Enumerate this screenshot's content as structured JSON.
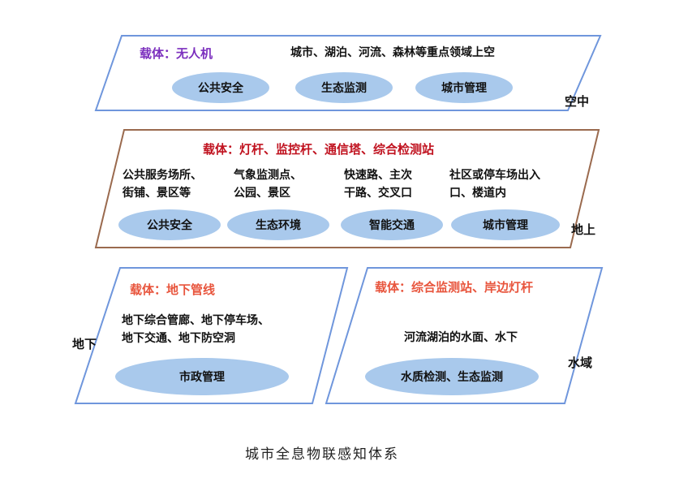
{
  "colors": {
    "blue_border": "#6f96dc",
    "brown_border": "#9a6a4e",
    "ellipse_fill": "#a9c9ec",
    "purple_text": "#7b2fbe",
    "red_text": "#c0121f",
    "salmon_text": "#e8553d"
  },
  "air": {
    "carrier": "载体：无人机",
    "scope": "城市、湖泊、河流、森林等重点领域上空",
    "label": "空中",
    "apps": [
      "公共安全",
      "生态监测",
      "城市管理"
    ]
  },
  "ground": {
    "carrier": "载体：灯杆、监控杆、通信塔、综合检测站",
    "label": "地上",
    "columns": [
      {
        "scope": [
          "公共服务场所、",
          "街铺、景区等"
        ],
        "app": "公共安全"
      },
      {
        "scope": [
          "气象监测点、",
          "公园、景区"
        ],
        "app": "生态环境"
      },
      {
        "scope": [
          "快速路、主次",
          "干路、交叉口"
        ],
        "app": "智能交通"
      },
      {
        "scope": [
          "社区或停车场出入",
          "口、楼道内"
        ],
        "app": "城市管理"
      }
    ]
  },
  "underground": {
    "carrier": "载体：地下管线",
    "label": "地下",
    "scope": [
      "地下综合管廊、地下停车场、",
      "地下交通、地下防空洞"
    ],
    "app": "市政管理"
  },
  "water": {
    "carrier": "载体：综合监测站、岸边灯杆",
    "label": "水域",
    "scope": "河流湖泊的水面、水下",
    "app": "水质检测、生态监测"
  },
  "caption": "城市全息物联感知体系"
}
